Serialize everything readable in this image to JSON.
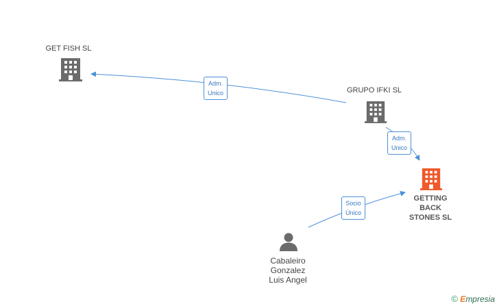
{
  "nodes": {
    "get_fish": {
      "label": "GET FISH SL",
      "icon": "building-icon",
      "color": "#6b6b6b"
    },
    "grupo_ifki": {
      "label": "GRUPO IFKI SL",
      "icon": "building-icon",
      "color": "#6b6b6b"
    },
    "getting_back": {
      "label_lines": [
        "GETTING",
        "BACK",
        "STONES SL"
      ],
      "icon": "building-icon",
      "color": "#f0592a"
    },
    "person": {
      "label_lines": [
        "Cabaleiro",
        "Gonzalez",
        "Luis Angel"
      ],
      "icon": "person-icon",
      "color": "#6b6b6b"
    }
  },
  "edges": [
    {
      "label_lines": [
        "Adm.",
        "Unico"
      ]
    },
    {
      "label_lines": [
        "Adm.",
        "Unico"
      ]
    },
    {
      "label_lines": [
        "Socio",
        "Único"
      ]
    }
  ],
  "colors": {
    "edge": "#4a90d9",
    "edge_text": "#3a78c2"
  },
  "footer": {
    "copyright": "©",
    "brand_first": "E",
    "brand_rest": "mpresia"
  }
}
